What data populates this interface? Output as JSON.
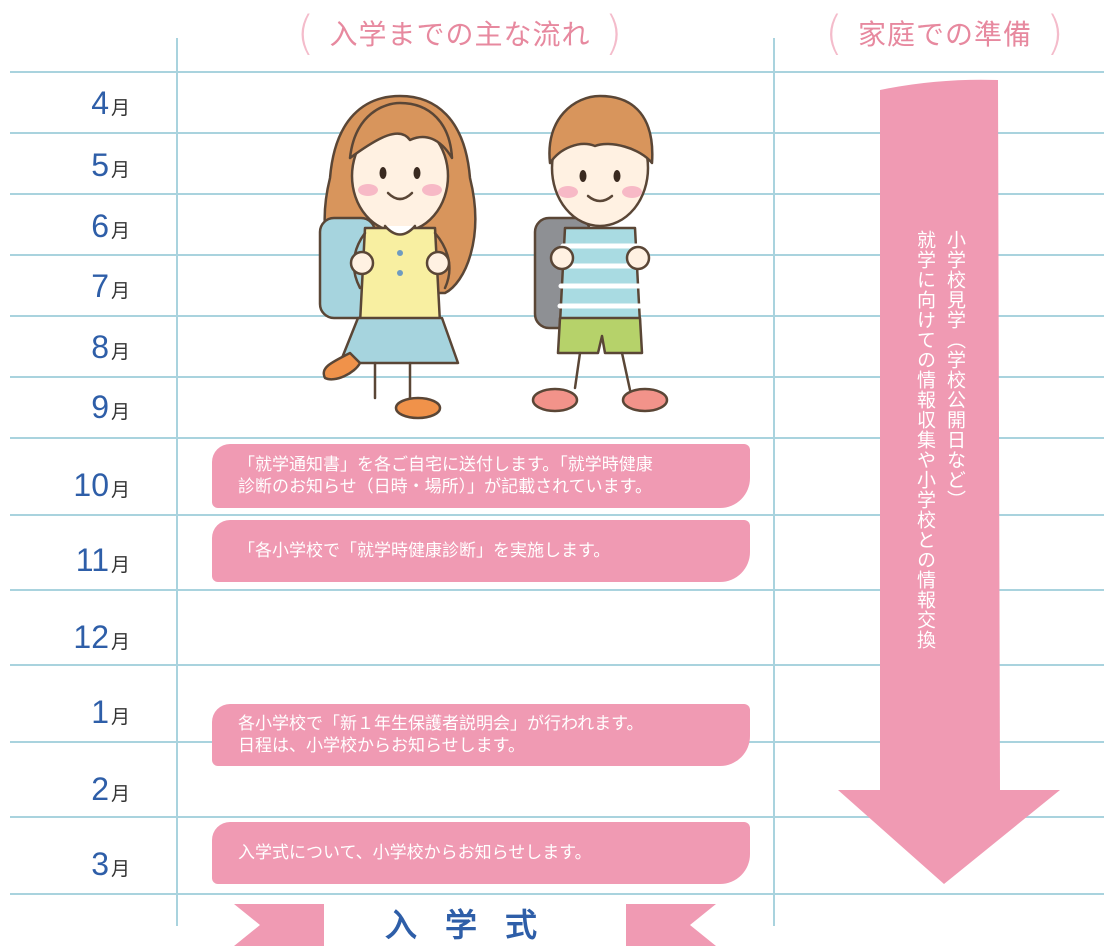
{
  "headings": {
    "flow": "入学までの主な流れ",
    "home": "家庭での準備"
  },
  "months": [
    {
      "num": "4",
      "unit": "月"
    },
    {
      "num": "5",
      "unit": "月"
    },
    {
      "num": "6",
      "unit": "月"
    },
    {
      "num": "7",
      "unit": "月"
    },
    {
      "num": "8",
      "unit": "月"
    },
    {
      "num": "9",
      "unit": "月"
    },
    {
      "num": "10",
      "unit": "月"
    },
    {
      "num": "11",
      "unit": "月"
    },
    {
      "num": "12",
      "unit": "月"
    },
    {
      "num": "1",
      "unit": "月"
    },
    {
      "num": "2",
      "unit": "月"
    },
    {
      "num": "3",
      "unit": "月"
    }
  ],
  "events": [
    {
      "lines": [
        "「就学通知書」を各ご自宅に送付します。「就学時健康",
        "診断のお知らせ（日時・場所）」が記載されています。"
      ]
    },
    {
      "lines": [
        "「各小学校で「就学時健康診断」を実施します。"
      ]
    },
    {
      "lines": [
        "各小学校で「新１年生保護者説明会」が行われます。",
        "日程は、小学校からお知らせします。"
      ]
    },
    {
      "lines": [
        "入学式について、小学校からお知らせします。"
      ]
    }
  ],
  "home_prep": {
    "line1": "小学校見学（学校公開日など）",
    "line2": "就学に向けての情報収集や小学校との情報交換"
  },
  "ceremony": "入学式",
  "colors": {
    "accent_pink": "#f09ab3",
    "heading_pink": "#e7899f",
    "month_blue": "#2e5ea8",
    "rule_blue": "#a9d3de"
  }
}
